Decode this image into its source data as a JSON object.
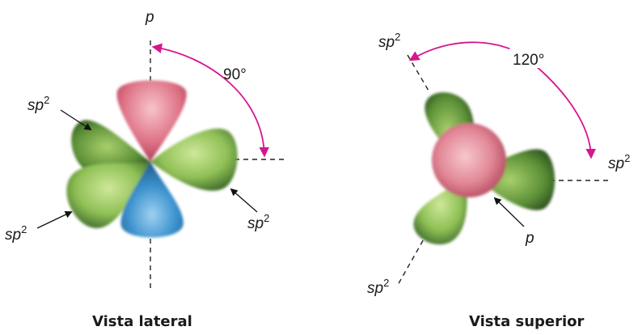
{
  "side_view": {
    "caption": "Vista lateral",
    "p_label": "p",
    "angle_label": "90°",
    "sp2_labels": [
      "sp",
      "sp",
      "sp"
    ],
    "superscript": "2"
  },
  "top_view": {
    "caption": "Vista superior",
    "p_label": "p",
    "angle_label": "120°",
    "sp2_labels": [
      "sp",
      "sp",
      "sp"
    ],
    "superscript": "2"
  },
  "colors": {
    "sp2_lobe": "#7fb24a",
    "p_lobe_top": "#d9647a",
    "p_lobe_bottom": "#2f88c8",
    "angle_arc": "#d6168e"
  }
}
